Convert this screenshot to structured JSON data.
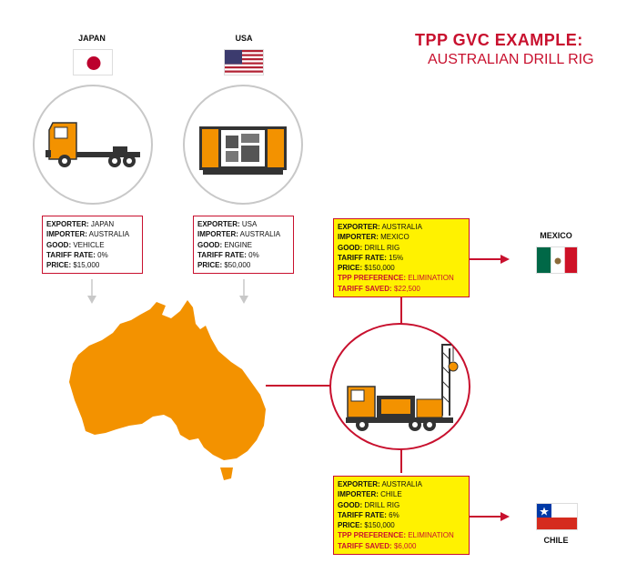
{
  "title": {
    "line1": "TPP GVC EXAMPLE:",
    "line2": "AUSTRALIAN DRILL RIG"
  },
  "countries": {
    "japan": "JAPAN",
    "usa": "USA",
    "mexico": "MEXICO",
    "chile": "CHILE"
  },
  "colors": {
    "accent": "#c8102e",
    "orange": "#f39200",
    "yellow": "#fff200",
    "gray": "#c8c8c8"
  },
  "boxes": {
    "japan": {
      "exporter_k": "EXPORTER:",
      "exporter_v": "JAPAN",
      "importer_k": "IMPORTER:",
      "importer_v": "AUSTRALIA",
      "good_k": "GOOD:",
      "good_v": "VEHICLE",
      "tariff_k": "TARIFF RATE:",
      "tariff_v": "0%",
      "price_k": "PRICE:",
      "price_v": "$15,000"
    },
    "usa": {
      "exporter_k": "EXPORTER:",
      "exporter_v": "USA",
      "importer_k": "IMPORTER:",
      "importer_v": "AUSTRALIA",
      "good_k": "GOOD:",
      "good_v": "ENGINE",
      "tariff_k": "TARIFF RATE:",
      "tariff_v": "0%",
      "price_k": "PRICE:",
      "price_v": "$50,000"
    },
    "mexico": {
      "exporter_k": "EXPORTER:",
      "exporter_v": "AUSTRALIA",
      "importer_k": "IMPORTER:",
      "importer_v": "MEXICO",
      "good_k": "GOOD:",
      "good_v": "DRILL RIG",
      "tariff_k": "TARIFF RATE:",
      "tariff_v": "15%",
      "price_k": "PRICE:",
      "price_v": "$150,000",
      "pref_k": "TPP PREFERENCE:",
      "pref_v": "ELIMINATION",
      "saved_k": "TARIFF SAVED:",
      "saved_v": "$22,500"
    },
    "chile": {
      "exporter_k": "EXPORTER:",
      "exporter_v": "AUSTRALIA",
      "importer_k": "IMPORTER:",
      "importer_v": "CHILE",
      "good_k": "GOOD:",
      "good_v": "DRILL RIG",
      "tariff_k": "TARIFF RATE:",
      "tariff_v": "6%",
      "price_k": "PRICE:",
      "price_v": "$150,000",
      "pref_k": "TPP PREFERENCE:",
      "pref_v": "ELIMINATION",
      "saved_k": "TARIFF SAVED:",
      "saved_v": "$6,000"
    }
  }
}
